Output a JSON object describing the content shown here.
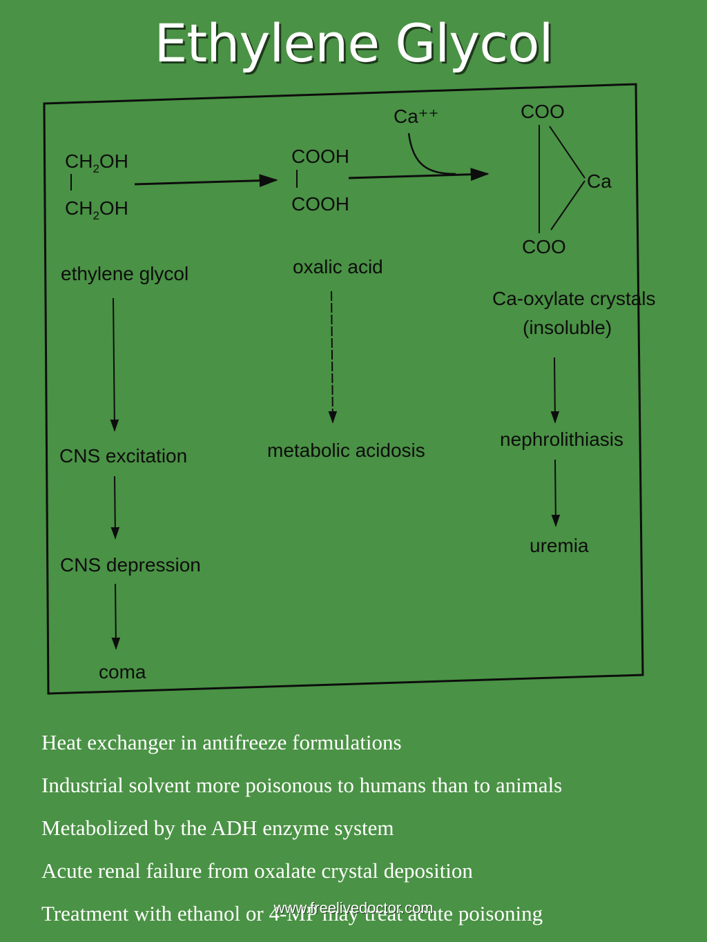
{
  "title": "Ethylene Glycol",
  "diagram": {
    "ethylene_glycol": {
      "formula_top": "CH",
      "formula_top_sub": "2",
      "formula_top_end": "OH",
      "formula_bottom": "CH",
      "formula_bottom_sub": "2",
      "formula_bottom_end": "OH",
      "name": "ethylene glycol"
    },
    "oxalic_acid": {
      "formula_top": "COOH",
      "formula_bottom": "COOH",
      "name": "oxalic acid"
    },
    "calcium_ion": "Ca⁺⁺",
    "calcium_oxalate": {
      "top": "COO",
      "bottom": "COO",
      "metal": "Ca",
      "name_line1": "Ca-oxylate crystals",
      "name_line2": "(insoluble)"
    },
    "left_chain": [
      "CNS excitation",
      "CNS depression",
      "coma"
    ],
    "middle_chain": [
      "metabolic acidosis"
    ],
    "right_chain": [
      "nephrolithiasis",
      "uremia"
    ]
  },
  "bullets": [
    "Heat exchanger in antifreeze formulations",
    "Industrial solvent more poisonous to humans than to animals",
    "Metabolized by the ADH enzyme system",
    "Acute renal failure from oxalate crystal deposition",
    "Treatment with ethanol or 4-MP may treat acute poisoning"
  ],
  "watermark": "www.freelivedoctor.com",
  "colors": {
    "background": "#4a9245",
    "ink": "#0d0d0d",
    "title": "#ffffff"
  }
}
